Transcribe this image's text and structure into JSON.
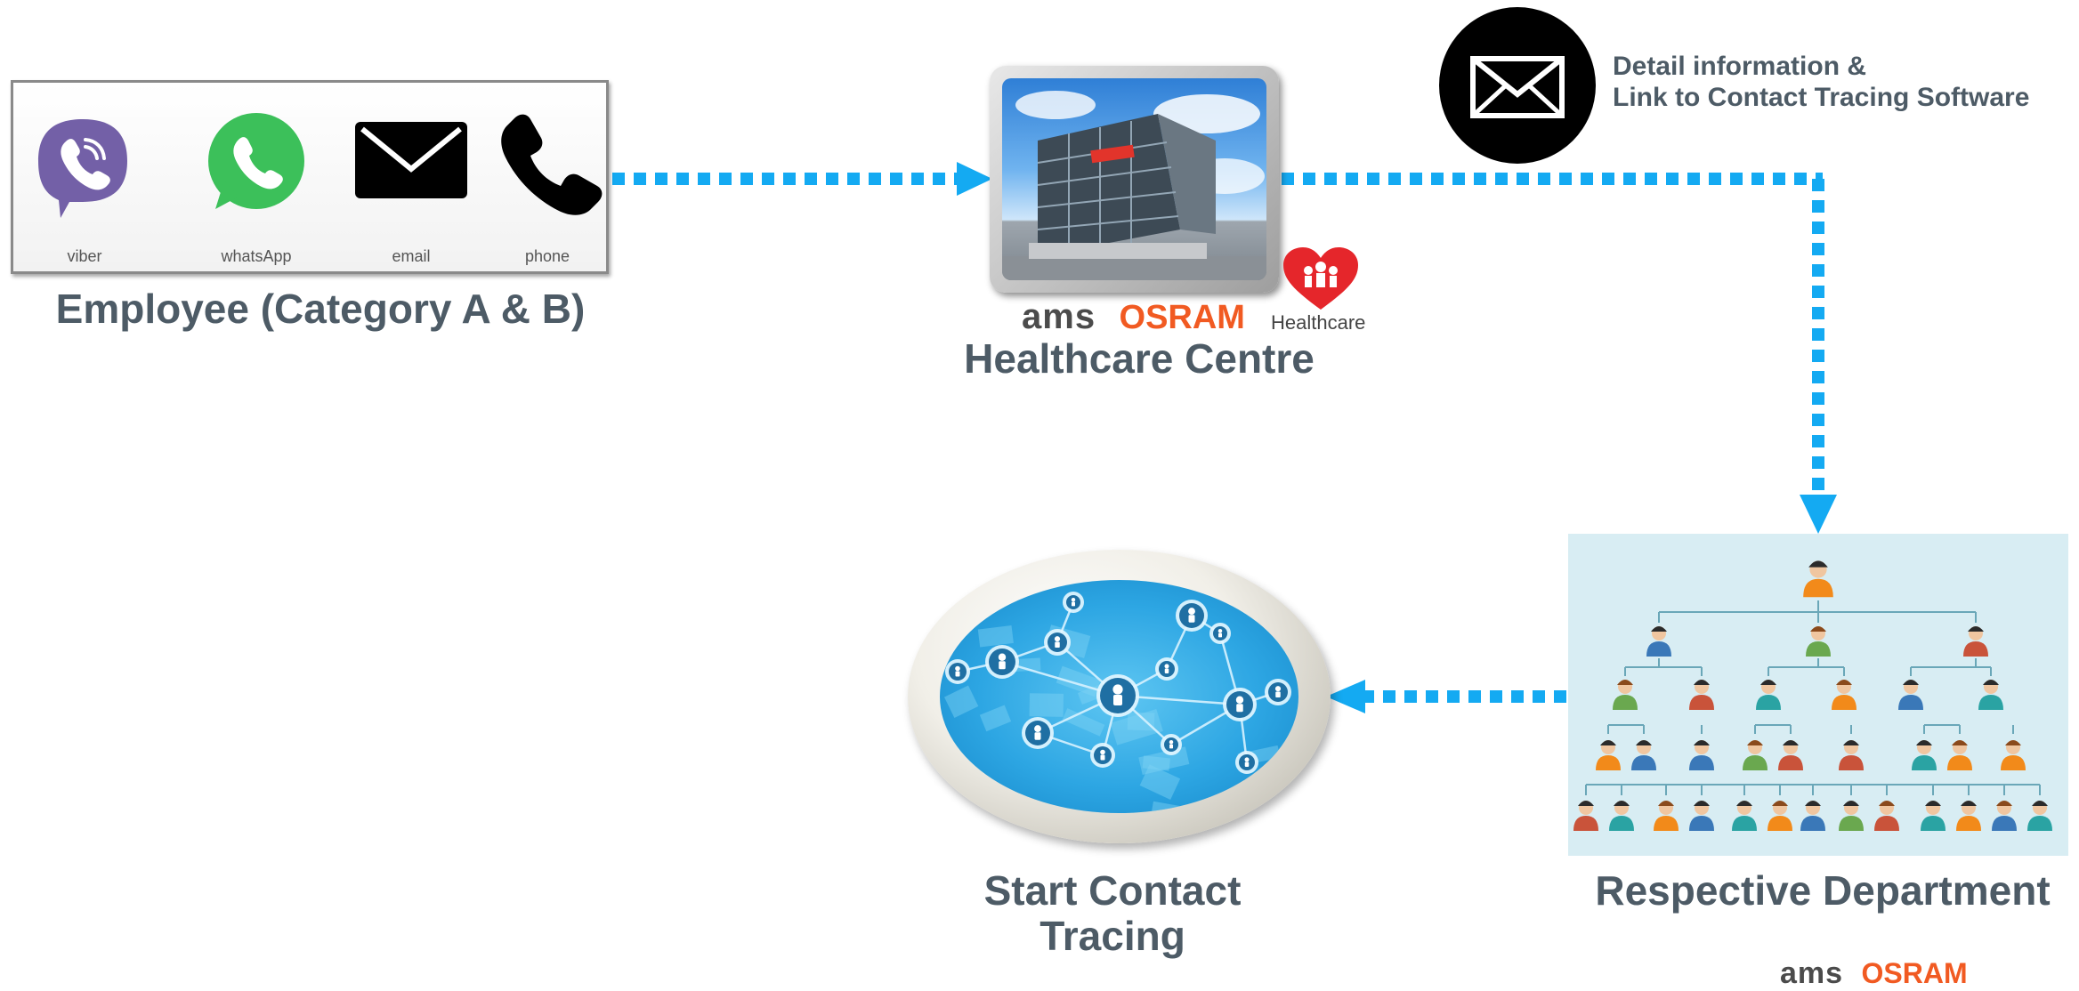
{
  "channels": [
    {
      "label": "viber",
      "icon": "viber-icon"
    },
    {
      "label": "whatsApp",
      "icon": "whatsapp-icon"
    },
    {
      "label": "email",
      "icon": "email-icon"
    },
    {
      "label": "phone",
      "icon": "phone-icon"
    }
  ],
  "nodes": {
    "employee": "Employee (Category A & B)",
    "healthcare": "Healthcare Centre",
    "department": "Respective Department",
    "tracing_line1": "Start Contact",
    "tracing_line2": "Tracing"
  },
  "message": {
    "line1": "Detail information &",
    "line2": "Link to Contact Tracing Software"
  },
  "logos": {
    "ams": "ams",
    "osram": "OSRAM",
    "healthcare_badge": "Healthcare"
  },
  "colors": {
    "arrow": "#14aaf2",
    "label_text": "#4d5b66",
    "osram_orange": "#f15a22",
    "viber_purple": "#7360a7",
    "whatsapp_green": "#3cc05a"
  }
}
